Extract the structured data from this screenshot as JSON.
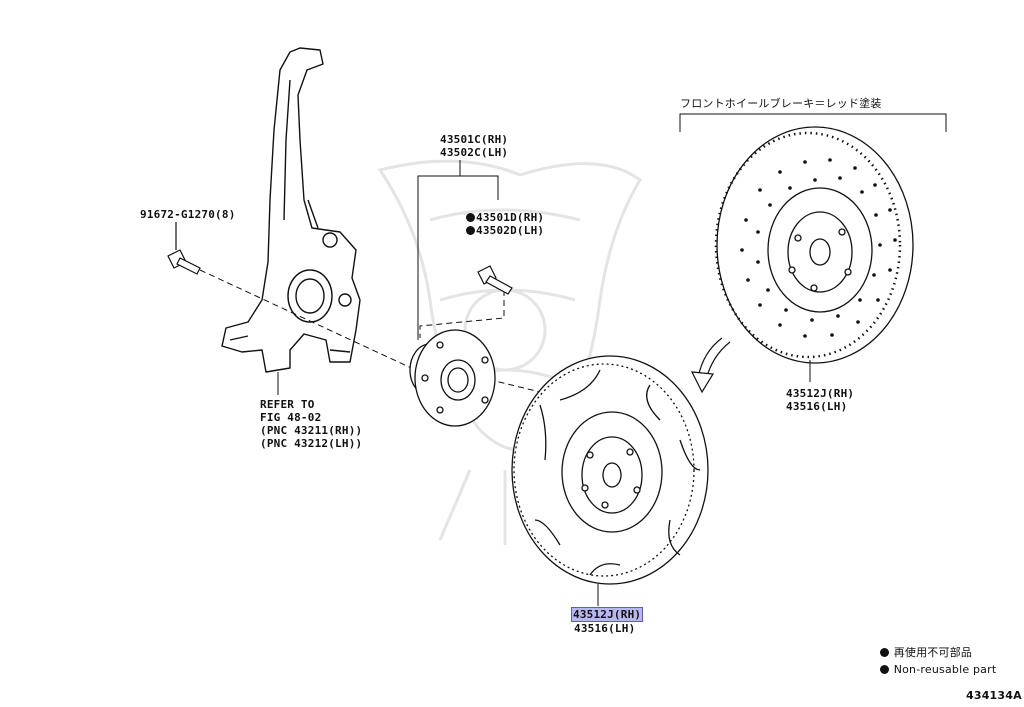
{
  "labels": {
    "bolt": "91672-G1270(8)",
    "hub_rh": "43501C(RH)",
    "hub_lh": "43502C(LH)",
    "bolt_d_rh": "43501D(RH)",
    "bolt_d_lh": "43502D(LH)",
    "refer_line1": "REFER TO",
    "refer_line2": "FIG 48-02",
    "refer_line3": "(PNC 43211(RH))",
    "refer_line4": "(PNC 43212(LH))",
    "red_paint_note": "フロントホイールブレーキ＝レッド塗装",
    "disc_top_rh": "43512J(RH)",
    "disc_top_lh": "43516(LH)",
    "disc_bottom_rh": "43512J(RH)",
    "disc_bottom_lh": "43516(LH)"
  },
  "legend": {
    "jp": "再使用不可部品",
    "en": "Non-reusable part"
  },
  "figure_id": "434134A",
  "colors": {
    "line": "#111111",
    "highlight": "#b8b8f0",
    "watermark": "#e6e6e6"
  }
}
